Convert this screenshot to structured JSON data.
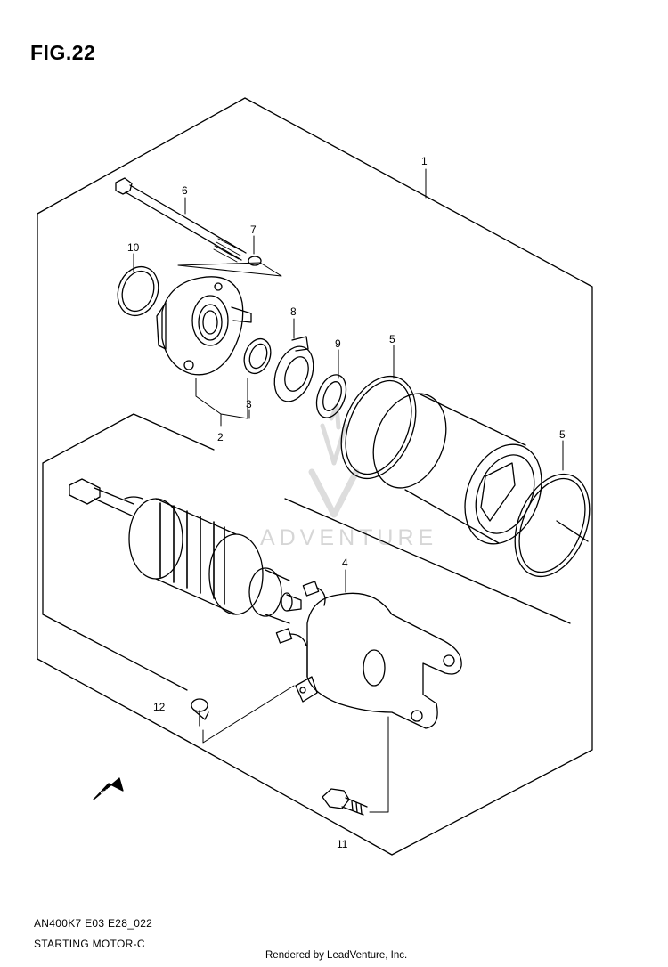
{
  "figure": {
    "title": "FIG.22"
  },
  "watermark": {
    "text": "ADVENTURE",
    "color": "#d6d6d6"
  },
  "callouts": {
    "c1": "1",
    "c2": "2",
    "c3": "3",
    "c4": "4",
    "c5a": "5",
    "c5b": "5",
    "c6": "6",
    "c7": "7",
    "c8": "8",
    "c9": "9",
    "c10": "10",
    "c11": "11",
    "c12": "12"
  },
  "direction_arrow": {
    "label": "FWD",
    "icon": "fwd-arrow-icon"
  },
  "footer": {
    "code": "AN400K7 E03 E28_022",
    "name": "STARTING MOTOR-C",
    "credit": "Rendered by LeadVenture, Inc."
  }
}
